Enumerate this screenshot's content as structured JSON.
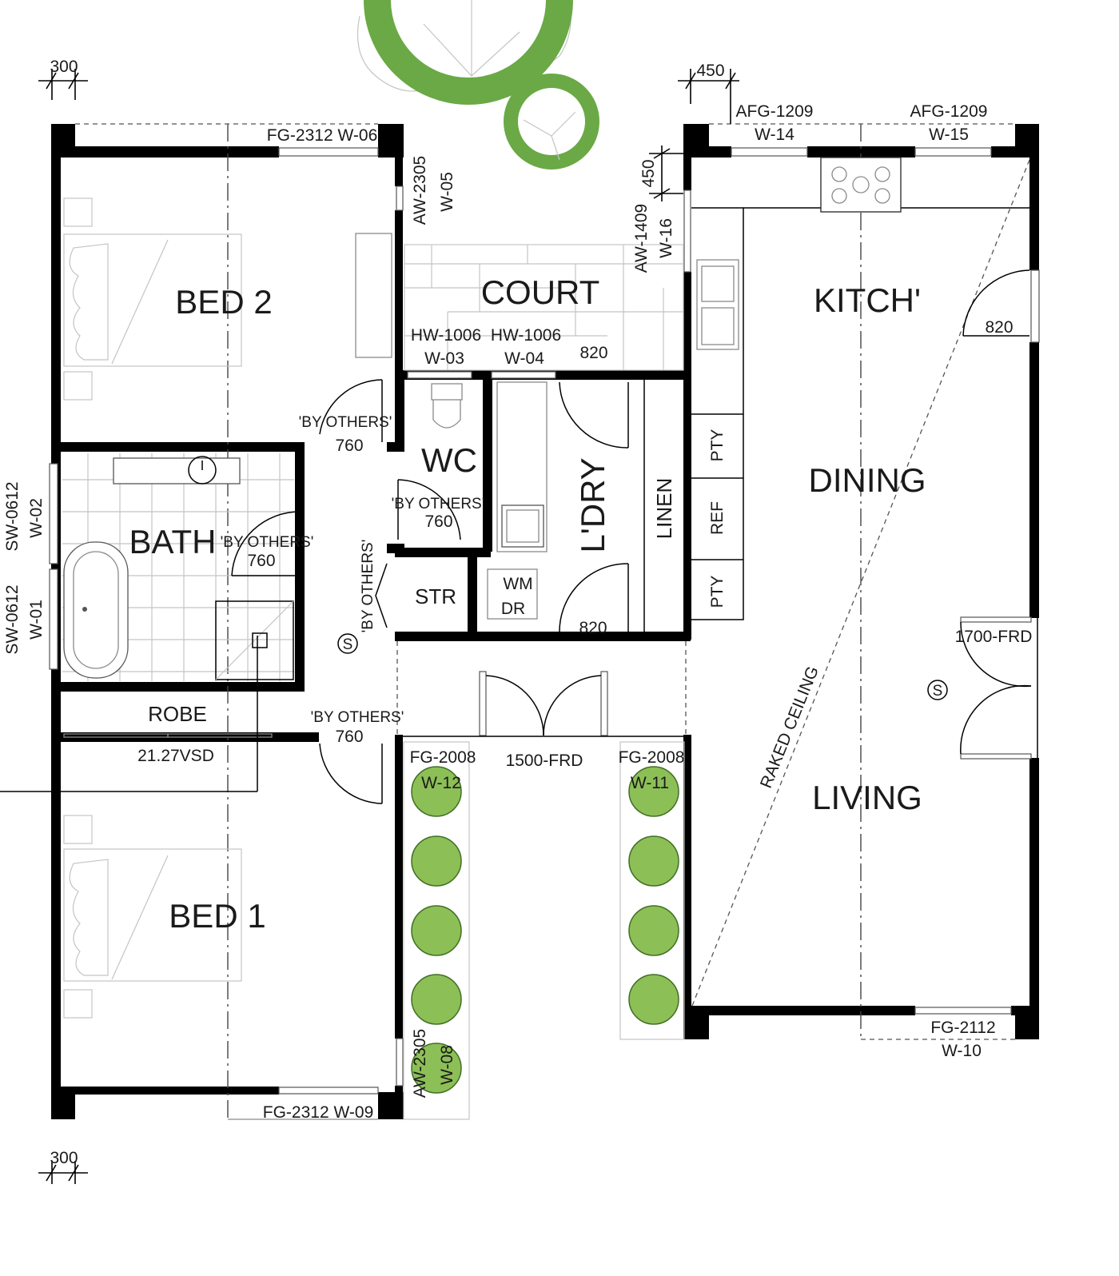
{
  "rooms": {
    "bed2": "BED 2",
    "bed1": "BED 1",
    "bath": "BATH",
    "robe": "ROBE",
    "court": "COURT",
    "wc": "WC",
    "ldry": "L'DRY",
    "linen": "LINEN",
    "str": "STR",
    "kitch": "KITCH'",
    "dining": "DINING",
    "living": "LIVING",
    "pty": "PTY",
    "ref": "REF",
    "wm": "WM",
    "dr": "DR"
  },
  "windows": {
    "w06": "FG-2312  W-06",
    "w09": "FG-2312  W-09",
    "w05a": "AW-2305",
    "w05b": "W-05",
    "w16a": "AW-1409",
    "w16b": "W-16",
    "w14a": "AFG-1209",
    "w14b": "W-14",
    "w15a": "AFG-1209",
    "w15b": "W-15",
    "w03a": "HW-1006",
    "w03b": "W-03",
    "w04a": "HW-1006",
    "w04b": "W-04",
    "w02a": "SW-0612",
    "w02b": "W-02",
    "w01a": "SW-0612",
    "w01b": "W-01",
    "w12a": "FG-2008",
    "w12b": "W-12",
    "w11a": "FG-2008",
    "w11b": "W-11",
    "w08a": "AW-2305",
    "w08b": "W-08",
    "w10a": "FG-2112",
    "w10b": "W-10"
  },
  "doors": {
    "by_others": "'BY OTHERS'",
    "d760": "760",
    "d820": "820",
    "frd1500": "1500-FRD",
    "frd1700": "1700-FRD",
    "vsd": "21.27VSD"
  },
  "dimensions": {
    "d300": "300",
    "d450": "450"
  },
  "notes": {
    "raked": "RAKED CEILING",
    "smoke": "S"
  },
  "colors": {
    "tree": "#6aa945",
    "shrub": "#8dbf57"
  }
}
